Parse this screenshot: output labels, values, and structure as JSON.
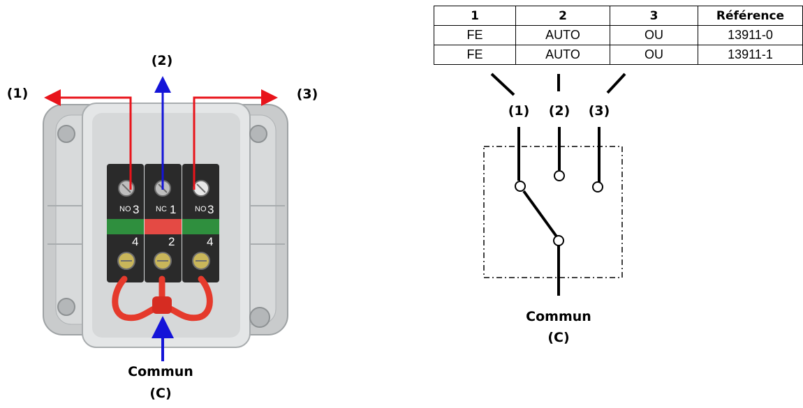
{
  "photo": {
    "label_1": "(1)",
    "label_2": "(2)",
    "label_3": "(3)",
    "common_label": "Commun",
    "common_sub": "(C)",
    "contacts": [
      {
        "type": "NO",
        "top_num": "3",
        "bottom_num": "4",
        "color": "green"
      },
      {
        "type": "NC",
        "top_num": "1",
        "bottom_num": "2",
        "color": "red"
      },
      {
        "type": "NO",
        "top_num": "3",
        "bottom_num": "4",
        "color": "green"
      }
    ],
    "colors": {
      "red_arrow": "#e8141b",
      "blue_arrow": "#1414d8",
      "wire": "#e53a2c"
    }
  },
  "table": {
    "headers": [
      "1",
      "2",
      "3",
      "Référence"
    ],
    "rows": [
      [
        "FE",
        "AUTO",
        "OU",
        "13911-0"
      ],
      [
        "FE",
        "AUTO",
        "OU",
        "13911-1"
      ]
    ]
  },
  "schematic": {
    "label_1": "(1)",
    "label_2": "(2)",
    "label_3": "(3)",
    "common_label": "Commun",
    "common_sub": "(C)"
  }
}
